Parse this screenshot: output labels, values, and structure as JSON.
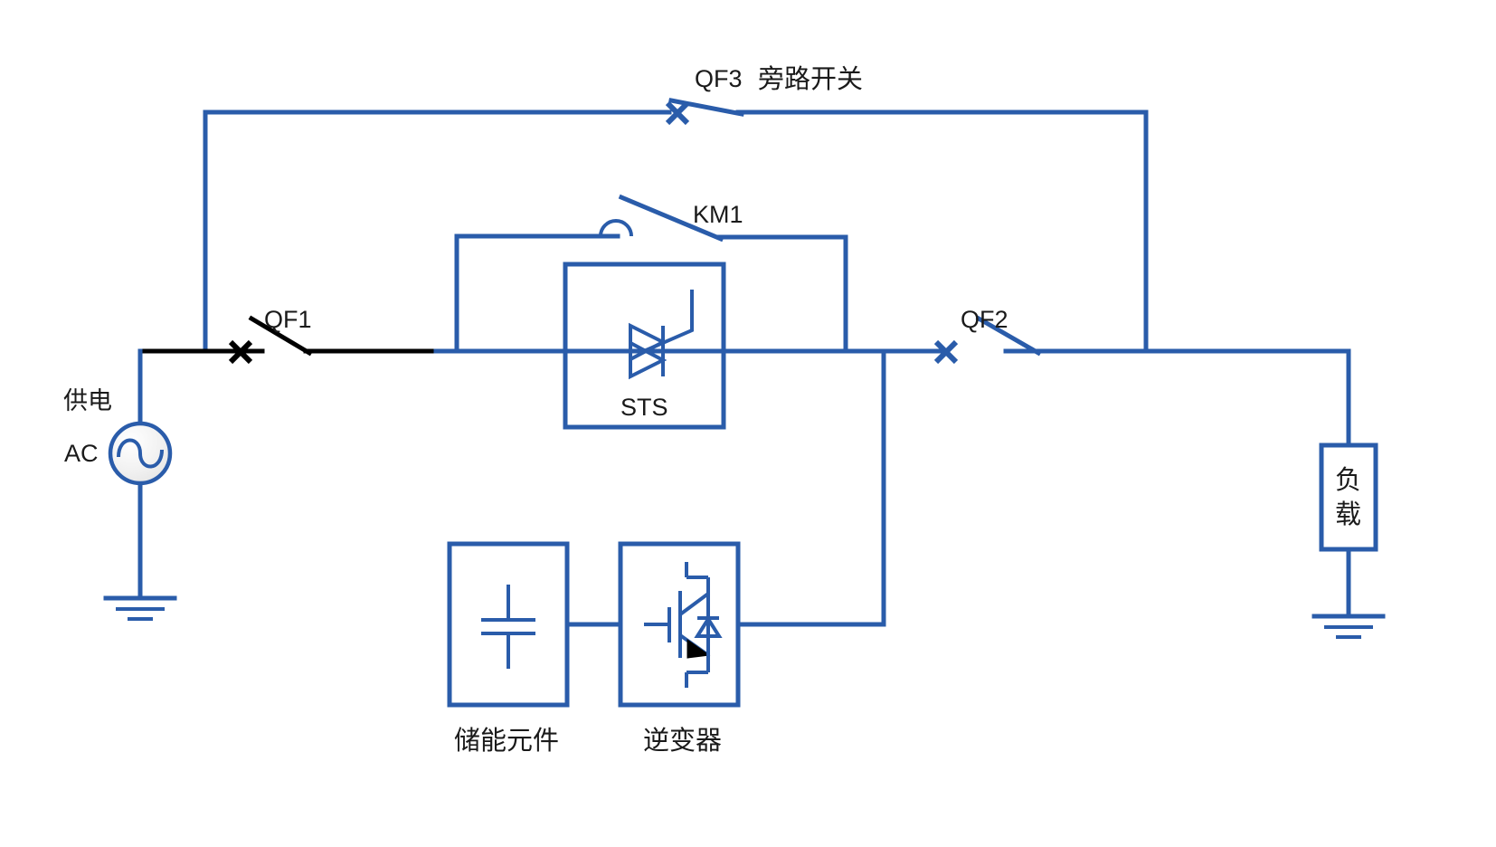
{
  "diagram": {
    "title": "UPS power supply single-line circuit diagram",
    "colors": {
      "wire_blue": "#2a5caa",
      "wire_black": "#000000",
      "text": "#1a1a1a",
      "background": "#ffffff"
    },
    "labels": {
      "qf3": "QF3",
      "bypass_switch_cn": "旁路开关",
      "km1": "KM1",
      "qf1": "QF1",
      "qf2": "QF2",
      "sts": "STS",
      "supply_cn": "供电",
      "ac": "AC",
      "load_cn_line1": "负",
      "load_cn_line2": "载",
      "storage_cn": "储能元件",
      "inverter_cn": "逆变器"
    },
    "components": [
      {
        "id": "ac-source",
        "type": "ac-voltage-source",
        "label": "AC",
        "sublabel": "供电"
      },
      {
        "id": "qf1-switch",
        "type": "circuit-breaker",
        "label": "QF1",
        "state": "closed-line"
      },
      {
        "id": "qf2-switch",
        "type": "circuit-breaker",
        "label": "QF2",
        "state": "closed-line"
      },
      {
        "id": "qf3-switch",
        "type": "circuit-breaker",
        "label": "QF3",
        "sublabel": "旁路开关"
      },
      {
        "id": "km1-contactor",
        "type": "contactor",
        "label": "KM1"
      },
      {
        "id": "sts-block",
        "type": "static-transfer-switch",
        "label": "STS"
      },
      {
        "id": "storage-block",
        "type": "capacitor-storage",
        "label": "储能元件"
      },
      {
        "id": "inverter-block",
        "type": "igbt-inverter",
        "label": "逆变器"
      },
      {
        "id": "load-block",
        "type": "load",
        "label": "负载"
      },
      {
        "id": "ground-source",
        "type": "earth-ground"
      },
      {
        "id": "ground-load",
        "type": "earth-ground"
      }
    ]
  }
}
